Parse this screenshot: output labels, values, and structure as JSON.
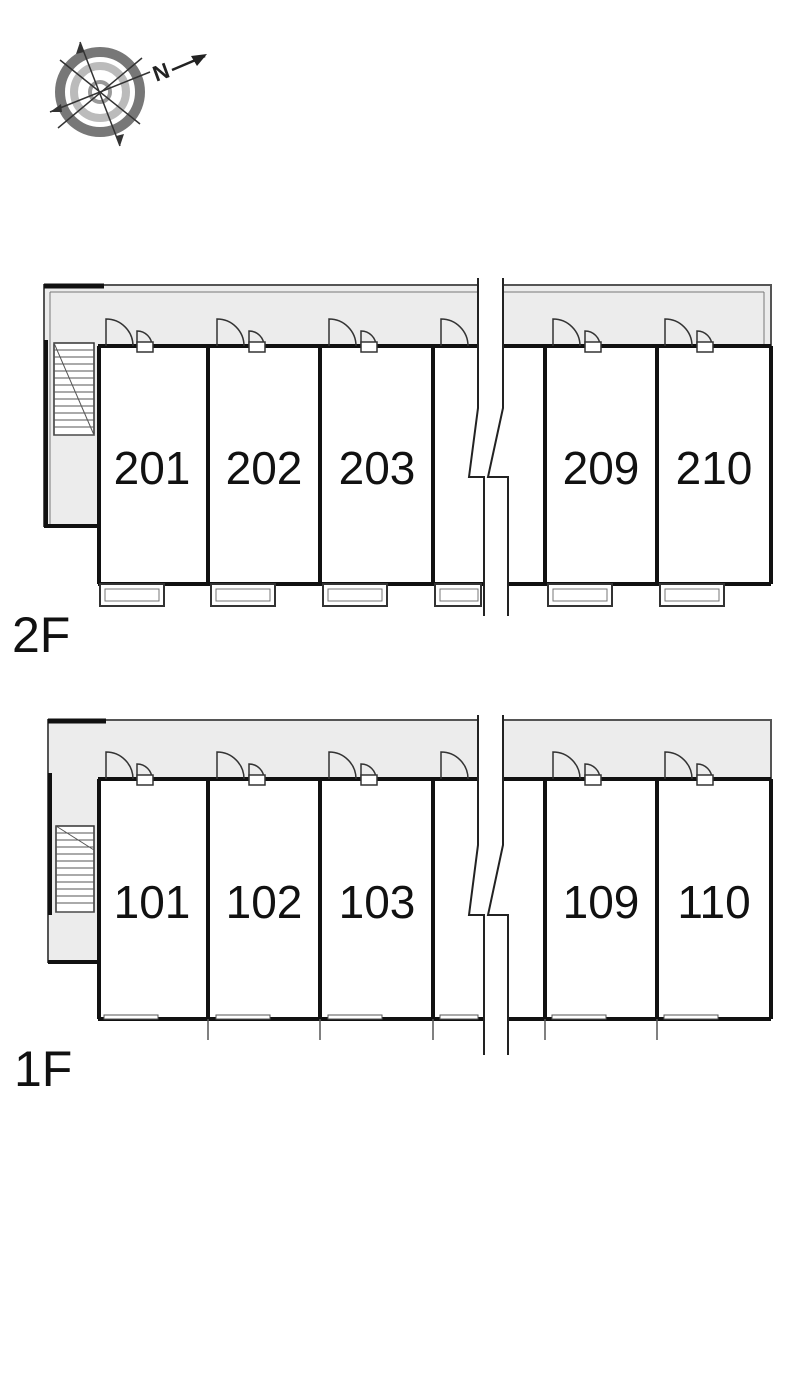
{
  "compass": {
    "north_label": "N",
    "icon": "compass-icon"
  },
  "colors": {
    "corridor": "#ececec",
    "wall": "#111111",
    "line": "#555555",
    "background": "#ffffff"
  },
  "floors": [
    {
      "key": "floor2",
      "label": "2F",
      "rooms": [
        "201",
        "202",
        "203",
        "",
        "209",
        "210"
      ]
    },
    {
      "key": "floor1",
      "label": "1F",
      "rooms": [
        "101",
        "102",
        "103",
        "",
        "109",
        "110"
      ]
    }
  ]
}
